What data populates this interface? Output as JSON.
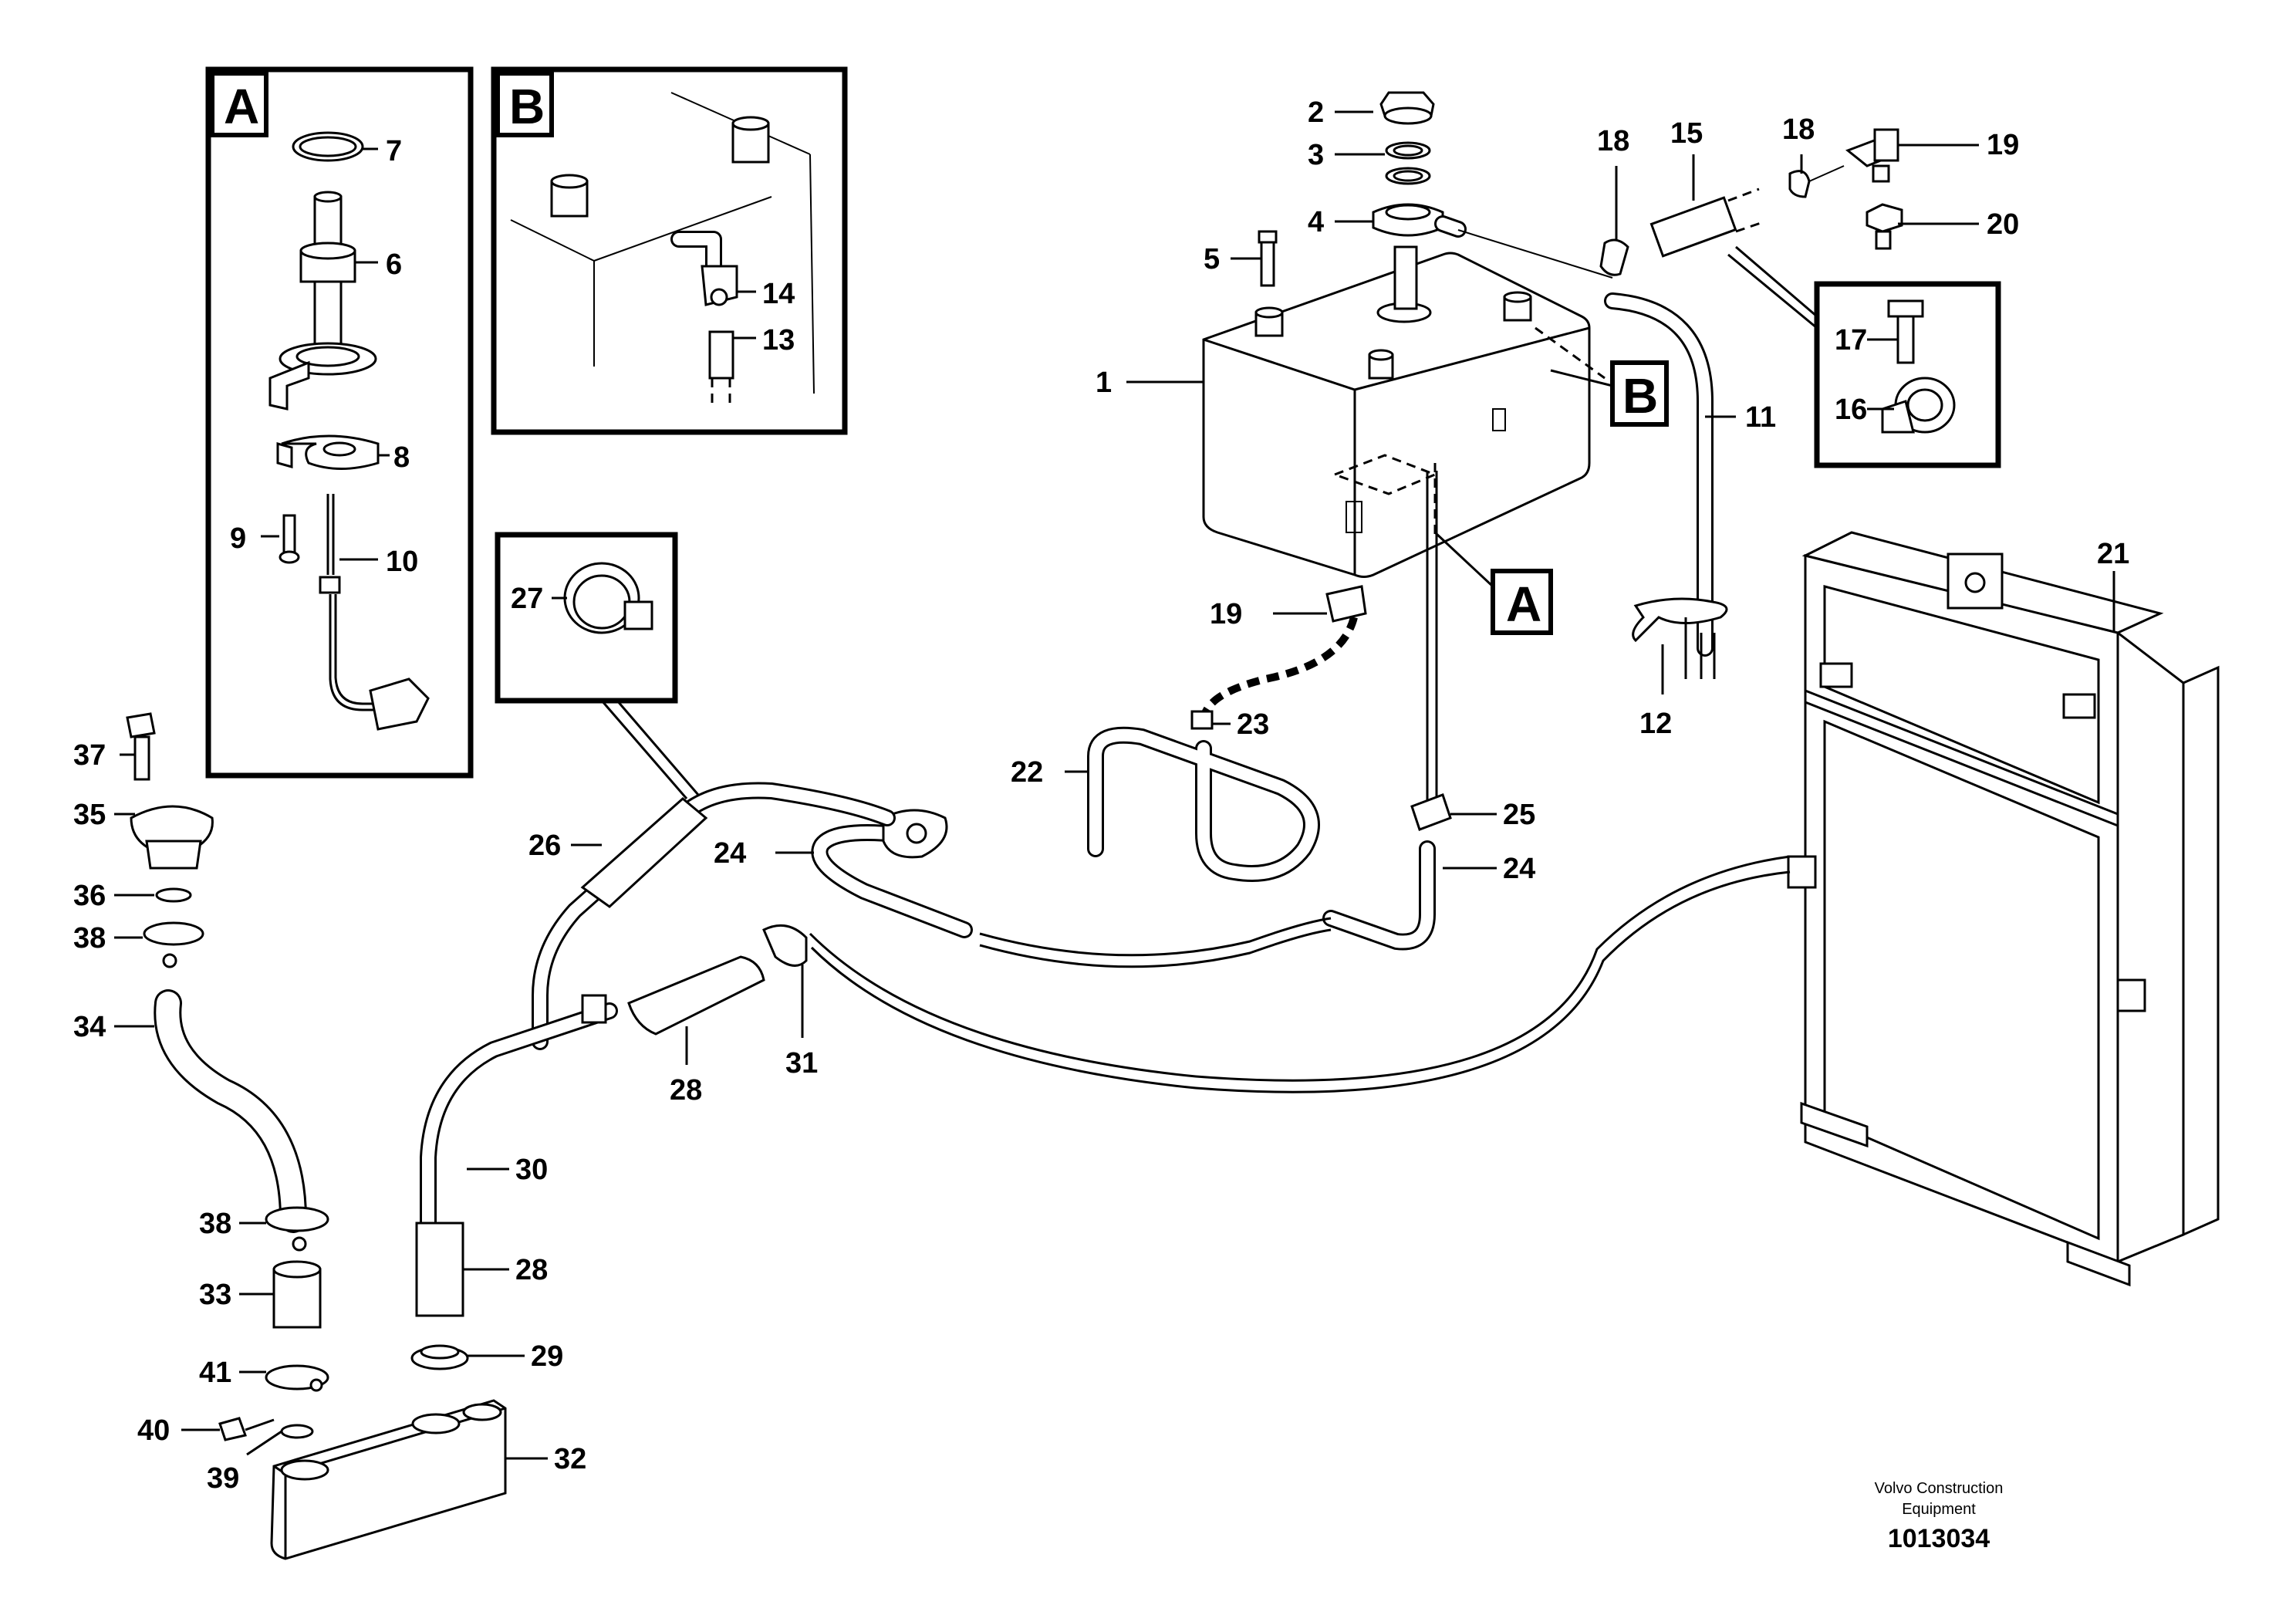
{
  "insets": {
    "a": "A",
    "b": "B"
  },
  "callouts": {
    "a": "A",
    "b": "B"
  },
  "labels": {
    "p1": "1",
    "p2": "2",
    "p3": "3",
    "p4": "4",
    "p5": "5",
    "p6": "6",
    "p7": "7",
    "p8": "8",
    "p9": "9",
    "p10": "10",
    "p11": "11",
    "p12": "12",
    "p13": "13",
    "p14": "14",
    "p15": "15",
    "p16": "16",
    "p17": "17",
    "p18a": "18",
    "p18b": "18",
    "p19a": "19",
    "p19b": "19",
    "p20": "20",
    "p21": "21",
    "p22": "22",
    "p23": "23",
    "p24a": "24",
    "p24b": "24",
    "p25": "25",
    "p26": "26",
    "p27": "27",
    "p28a": "28",
    "p28b": "28",
    "p29": "29",
    "p30": "30",
    "p31": "31",
    "p32": "32",
    "p33": "33",
    "p34": "34",
    "p35": "35",
    "p36": "36",
    "p37": "37",
    "p38a": "38",
    "p38b": "38",
    "p39": "39",
    "p40": "40",
    "p41": "41"
  },
  "footer": {
    "company_line1": "Volvo Construction",
    "company_line2": "Equipment",
    "doc_number": "1013034"
  }
}
